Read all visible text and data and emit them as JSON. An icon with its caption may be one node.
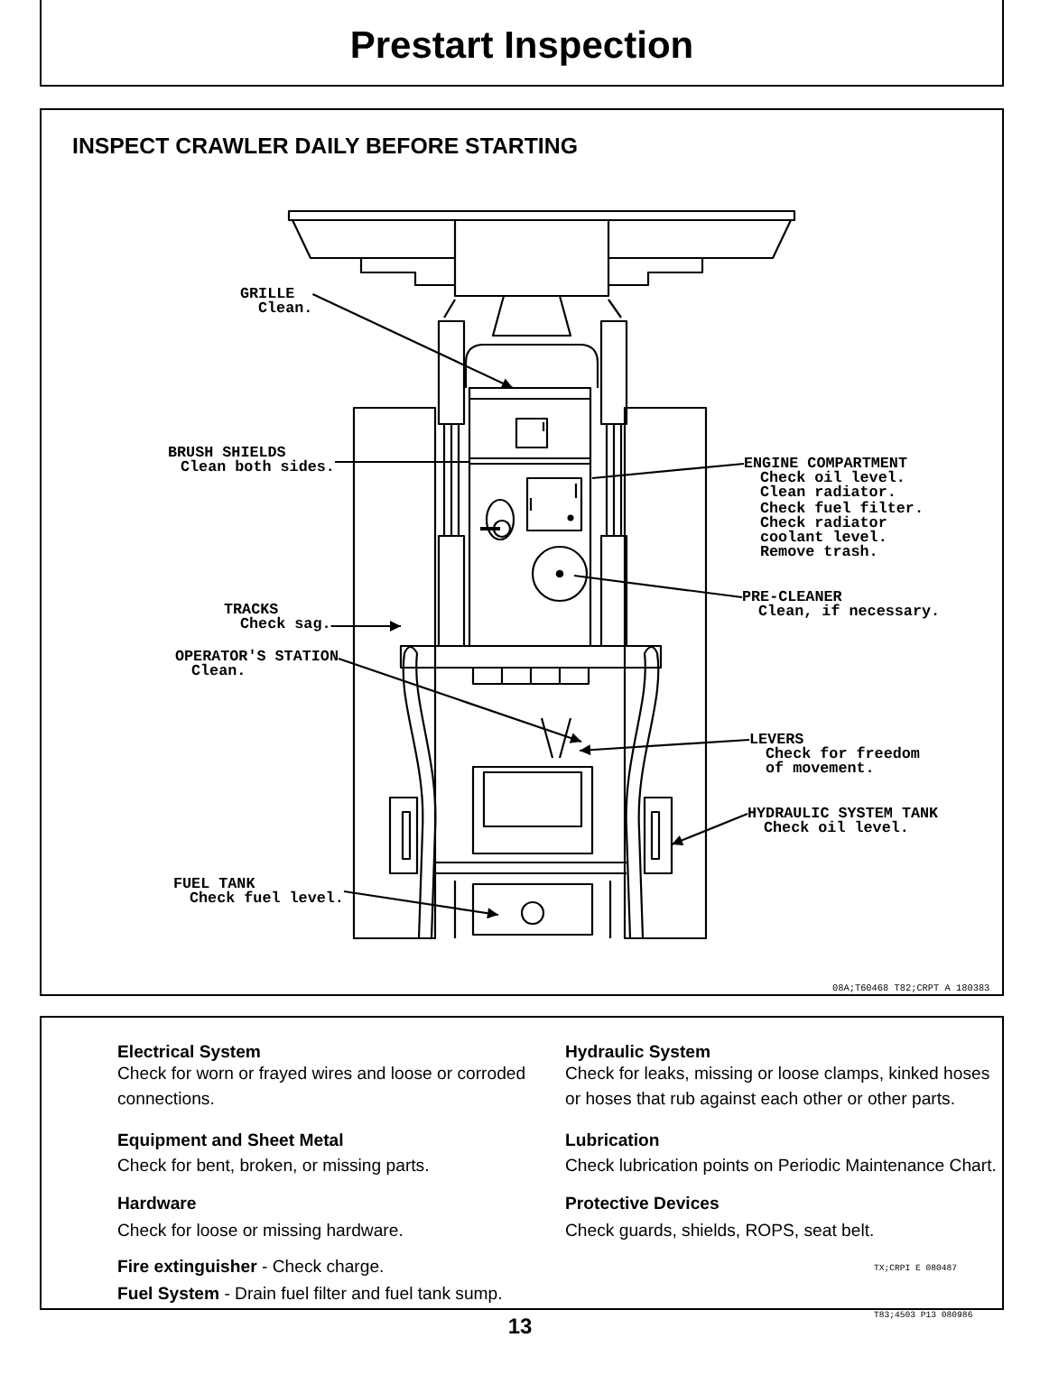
{
  "diagram": {
    "title": "Prestart Inspection",
    "nodes": [
      {
        "text": [
          "INSPECT CRAWLER DAILY BEFORE STARTING"
        ]
      },
      {
        "text": [
          "GRILLE",
          "Clean."
        ],
        "in": 0
      },
      {
        "text": [
          "BRUSH SHIELDS",
          "Clean both sides."
        ],
        "in": 0
      },
      {
        "text": [
          "ENGINE COMPARTMENT",
          "Check oil level.",
          "Clean radiator.",
          "Check fuel filter.",
          "Check radiator coolant level.",
          "Remove trash."
        ],
        "in": 0
      },
      {
        "text": [
          "PRE-CLEANER",
          "Clean, if necessary."
        ],
        "in": 0
      },
      {
        "text": [
          "TRACKS",
          "Check sag."
        ],
        "in": 0
      },
      {
        "text": [
          "OPERATOR'S STATION",
          "Clean."
        ],
        "in": 0
      },
      {
        "text": [
          "LEVERS",
          "Check for freedom of movement."
        ],
        "in": 0
      },
      {
        "text": [
          "HYDRAULIC SYSTEM TANK",
          "Check oil level."
        ],
        "in": 0
      },
      {
        "text": [
          "FUEL TANK",
          "Check fuel level."
        ],
        "in": 0
      },
      {
        "text": [
          "Electrical System",
          "Check for worn or frayed wires and loose or corroded connections.",
          "Equipment and Sheet Metal",
          "Check for bent, broken, or missing parts.",
          "Hardware",
          "Check for loose or missing hardware.",
          "**Fire extinguisher** - Check charge.",
          "**Fuel System** - Drain fuel filter and fuel tank sump.",
          "Hydraulic System",
          "Check for leaks, missing or loose clamps, kinked hoses or hoses that rub against each other or other parts.",
          "Lubrication",
          "Check lubrication points on Periodic Maintenance Chart.",
          "Protective Devices",
          "Check guards, shields, ROPS, seat belt."
        ]
      }
    ],
    "edges": [
      {
        "from": 1,
        "to": null,
        "arrow": "to"
      },
      {
        "from": 2,
        "to": null,
        "arrow": "none"
      },
      {
        "from": 3,
        "to": null,
        "arrow": "none"
      },
      {
        "from": 4,
        "to": null,
        "arrow": "none"
      },
      {
        "from": 5,
        "to": null,
        "arrow": "to"
      },
      {
        "from": 6,
        "to": null,
        "arrow": "to"
      },
      {
        "from": 7,
        "to": null,
        "arrow": "to"
      },
      {
        "from": 8,
        "to": null,
        "arrow": "to"
      },
      {
        "from": 9,
        "to": null,
        "arrow": "to"
      }
    ],
    "labels": [
      "08A;T60468 T82;CRPT A 180383",
      "TX;CRPI E 080487",
      "13",
      "T83;4503 P13 080986"
    ]
  }
}
